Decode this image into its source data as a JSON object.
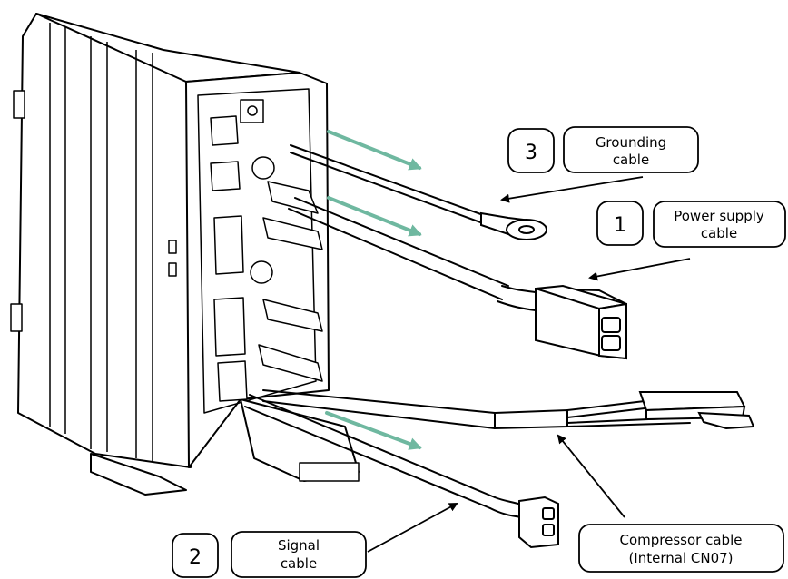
{
  "labels": {
    "grounding": {
      "number": "3",
      "line1": "Grounding",
      "line2": "cable"
    },
    "power": {
      "number": "1",
      "line1": "Power supply",
      "line2": "cable"
    },
    "signal": {
      "number": "2",
      "line1": "Signal",
      "line2": "cable"
    },
    "compressor": {
      "line1": "Compressor cable",
      "line2": "(Internal CN07)"
    }
  },
  "colors": {
    "flow_arrow": "#6fb8a0",
    "line": "#000000"
  }
}
